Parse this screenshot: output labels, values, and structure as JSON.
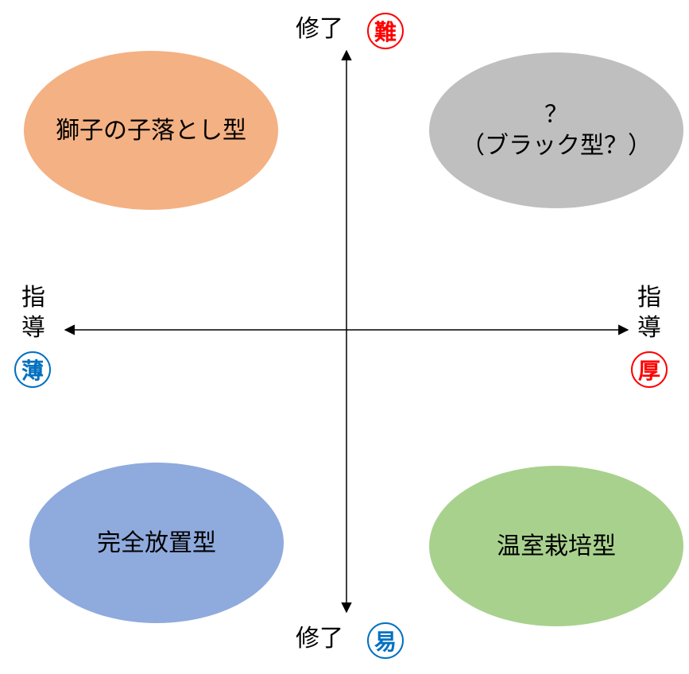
{
  "axes": {
    "top": {
      "label": "修了",
      "badge": "難",
      "badge_color": "#ff0000"
    },
    "bottom": {
      "label": "修了",
      "badge": "易",
      "badge_color": "#0070c0"
    },
    "left": {
      "line1": "指",
      "line2": "導",
      "badge": "薄",
      "badge_color": "#0070c0"
    },
    "right": {
      "line1": "指",
      "line2": "導",
      "badge": "厚",
      "badge_color": "#ff0000"
    }
  },
  "quadrants": {
    "top_left": {
      "text": "獅子の子落とし型",
      "color": "#f4b183"
    },
    "top_right": {
      "line1": "？",
      "line2": "（ブラック型？）",
      "color": "#bfbfbf"
    },
    "bottom_left": {
      "text": "完全放置型",
      "color": "#8faadc"
    },
    "bottom_right": {
      "text": "温室栽培型",
      "color": "#a9d18e"
    }
  }
}
